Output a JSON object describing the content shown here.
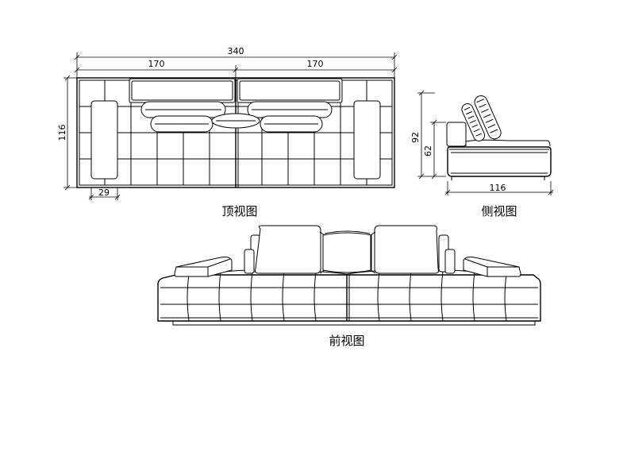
{
  "views": {
    "top": {
      "caption": "顶视图",
      "dims": {
        "total_width": "340",
        "left_half": "170",
        "right_half": "170",
        "depth": "116",
        "arm_width": "29"
      }
    },
    "side": {
      "caption": "侧视图",
      "dims": {
        "back_height": "92",
        "seat_height": "62",
        "depth": "116"
      }
    },
    "front": {
      "caption": "前视图"
    }
  }
}
